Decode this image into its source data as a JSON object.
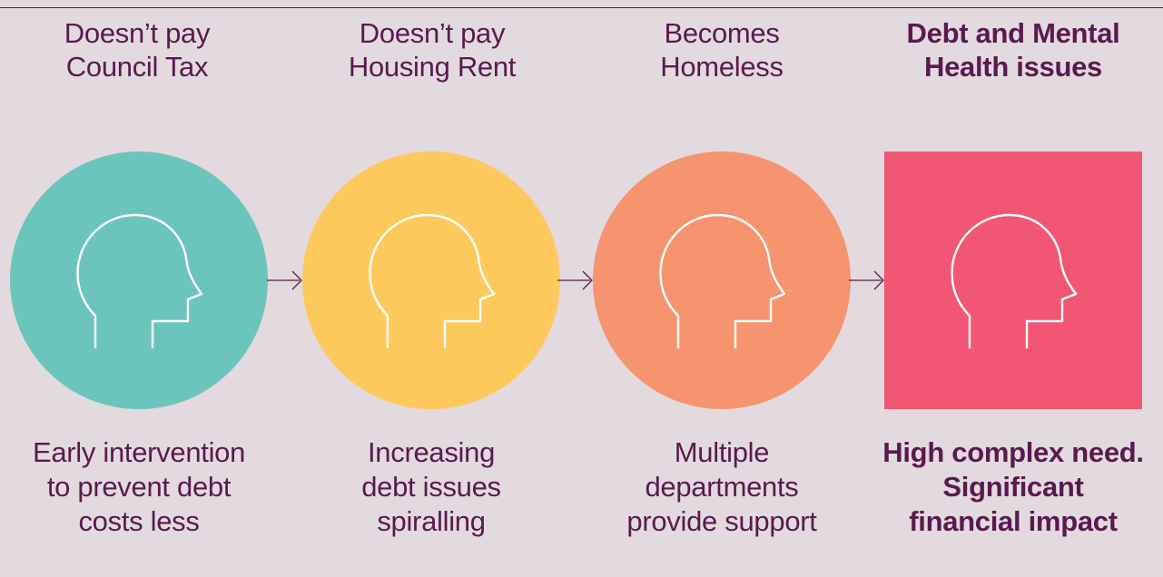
{
  "stages": [
    {
      "title": "Doesn’t pay\nCouncil Tax",
      "description": "Early intervention\nto prevent debt\ncosts less",
      "color": "#6cc5bc",
      "shape": "circle",
      "icon": "head-profile-icon"
    },
    {
      "title": "Doesn’t pay\nHousing Rent",
      "description": "Increasing\ndebt issues\nspiralling",
      "color": "#fec95c",
      "shape": "circle",
      "icon": "head-profile-icon"
    },
    {
      "title": "Becomes\nHomeless",
      "description": "Multiple\ndepartments\nprovide support",
      "color": "#f5946e",
      "shape": "circle",
      "icon": "head-profile-icon"
    },
    {
      "title": "Debt and Mental\nHealth issues",
      "description": "High complex need.\nSignificant\nfinancial impact",
      "color": "#f15775",
      "shape": "square",
      "icon": "head-profile-icon"
    }
  ],
  "colors": {
    "background": "#e2dadf",
    "text": "#5a1a4f",
    "icon_stroke": "#ffffff"
  }
}
